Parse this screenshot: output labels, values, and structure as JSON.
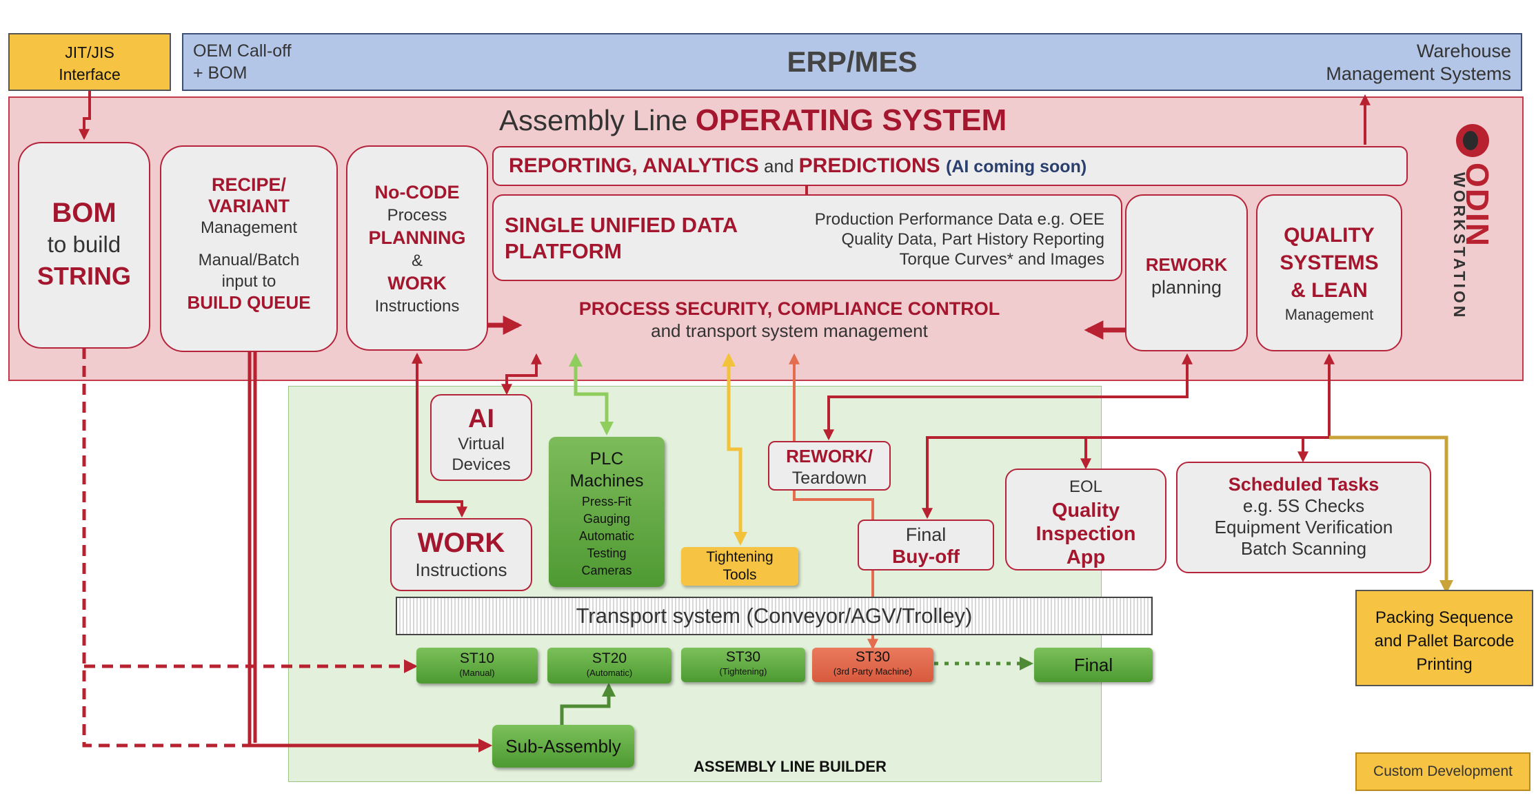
{
  "jit": {
    "line1": "JIT/JIS",
    "line2": "Interface"
  },
  "erp": {
    "title": "ERP/MES",
    "left_line1": "OEM Call-off",
    "left_line2": "+ BOM",
    "right_line1": "Warehouse",
    "right_line2": "Management Systems"
  },
  "os": {
    "title_prefix": "Assembly Line ",
    "title_highlight": "OPERATING SYSTEM"
  },
  "bom": {
    "line1": "BOM",
    "line2": "to build",
    "line3": "STRING"
  },
  "recipe": {
    "line1": "RECIPE/",
    "line2": "VARIANT",
    "line3": "Management",
    "line4": "Manual/Batch",
    "line5": "input to",
    "line6": "BUILD QUEUE"
  },
  "nocode": {
    "line1": "No-CODE",
    "line2": "Process",
    "line3": "PLANNING",
    "line4": "&",
    "line5": "WORK",
    "line6": "Instructions"
  },
  "reporting": {
    "part1": "REPORTING, ANALYTICS",
    "part2": " and ",
    "part3": "PREDICTIONS",
    "part4": "(AI coming soon)"
  },
  "unified": {
    "line1": "SINGLE UNIFIED DATA",
    "line2": "PLATFORM",
    "detail1": "Production Performance Data e.g. OEE",
    "detail2": "Quality Data, Part History Reporting",
    "detail3": "Torque Curves* and Images"
  },
  "security": {
    "line1": "PROCESS SECURITY, COMPLIANCE CONTROL",
    "line2": "and transport system management"
  },
  "rework_planning": {
    "line1": "REWORK",
    "line2": "planning"
  },
  "quality": {
    "line1": "QUALITY",
    "line2": "SYSTEMS",
    "line3": "& LEAN",
    "line4": "Management"
  },
  "brand": {
    "name": "ODIN",
    "sub": "WORKSTATION"
  },
  "ai": {
    "line1": "AI",
    "line2": "Virtual",
    "line3": "Devices"
  },
  "plc": {
    "title1": "PLC",
    "title2": "Machines",
    "items": [
      "Press-Fit",
      "Gauging",
      "Automatic",
      "Testing",
      "Cameras"
    ]
  },
  "work": {
    "line1": "WORK",
    "line2": "Instructions"
  },
  "tightening": {
    "line1": "Tightening",
    "line2": "Tools"
  },
  "rework_teardown": {
    "line1": "REWORK/",
    "line2": "Teardown"
  },
  "final_buyoff": {
    "line1": "Final",
    "line2": "Buy-off"
  },
  "eol": {
    "line1": "EOL",
    "line2": "Quality",
    "line3": "Inspection",
    "line4": "App"
  },
  "scheduled": {
    "line1": "Scheduled Tasks",
    "line2": "e.g. 5S Checks",
    "line3": "Equipment Verification",
    "line4": "Batch Scanning"
  },
  "packing": {
    "line1": "Packing Sequence",
    "line2": "and Pallet Barcode",
    "line3": "Printing"
  },
  "transport": "Transport system (Conveyor/AGV/Trolley)",
  "stations": [
    {
      "label": "ST10",
      "sub": "(Manual)"
    },
    {
      "label": "ST20",
      "sub": "(Automatic)"
    },
    {
      "label": "ST30",
      "sub": "(Tightening)"
    },
    {
      "label": "ST30",
      "sub": "(3rd Party Machine)"
    }
  ],
  "final": "Final",
  "subassembly": "Sub-Assembly",
  "builder_label": "ASSEMBLY LINE BUILDER",
  "custom_dev": "Custom Development",
  "colors": {
    "dark_red": "#a3162d",
    "os_bg": "#f1cccf",
    "erp_bg": "#b4c6e7",
    "yellow": "#f6c342",
    "green": "#5ea43d",
    "builder_bg": "#e3f0db",
    "salmon": "#e46c4f",
    "gold_line": "#c9a33a"
  }
}
